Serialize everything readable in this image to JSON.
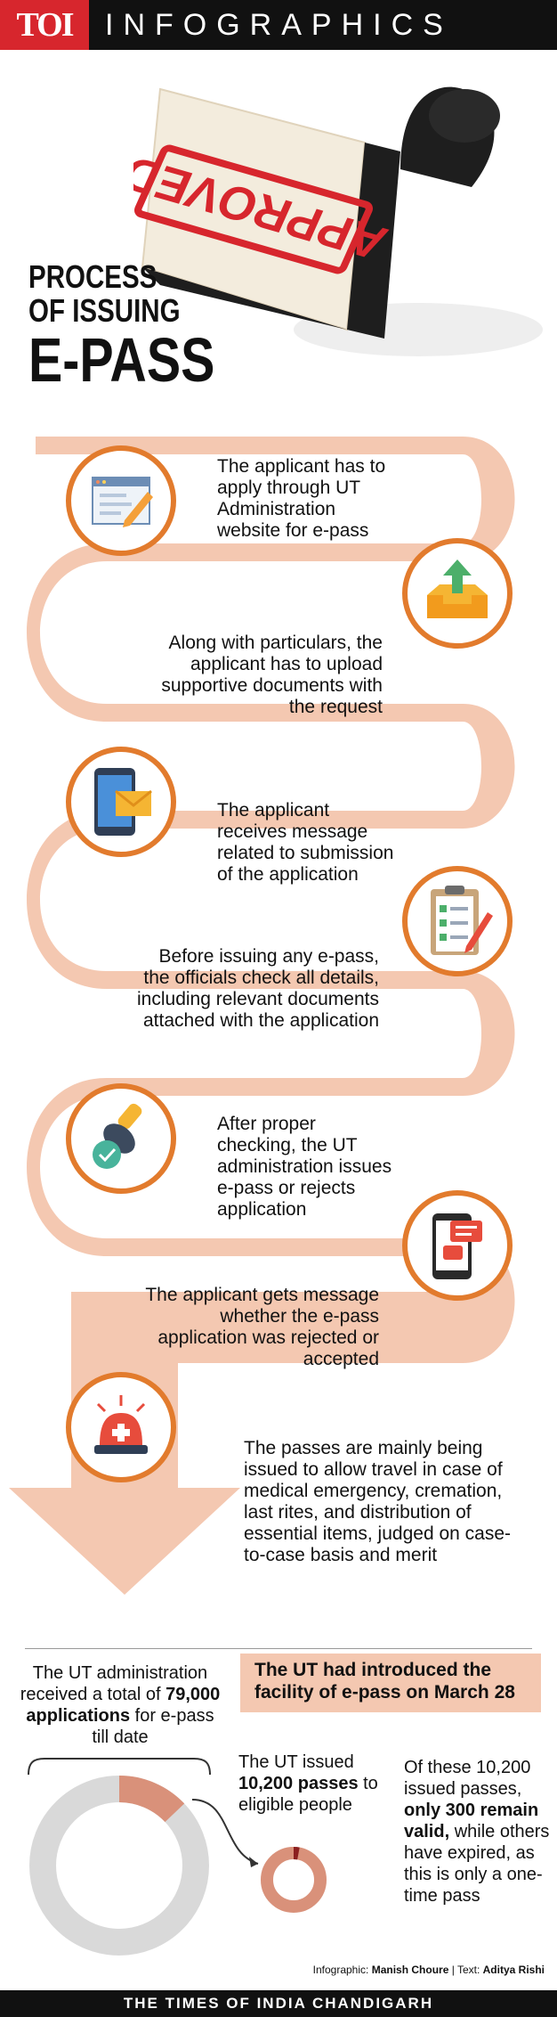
{
  "header": {
    "logo": "TOI",
    "title": "INFOGRAPHICS"
  },
  "stamp": {
    "text": "APPROVED"
  },
  "main_title": {
    "line1": "PROCESS",
    "line2": "OF ISSUING",
    "line3": "E-PASS"
  },
  "steps": [
    {
      "text": "The applicant has to apply through UT Administration website for e-pass",
      "icon": "form-pencil-icon"
    },
    {
      "text": "Along with particulars, the applicant has to upload supportive documents with the request",
      "icon": "upload-tray-icon"
    },
    {
      "text": "The applicant receives message related to submission of the application",
      "icon": "phone-envelope-icon"
    },
    {
      "text": "Before issuing any e-pass, the officials check all details, including relevant documents attached with the application",
      "icon": "checklist-clipboard-icon"
    },
    {
      "text": "After proper checking, the UT administration issues e-pass or rejects application",
      "icon": "approval-stamp-icon"
    },
    {
      "text": "The applicant gets message whether the e-pass application was rejected or accepted",
      "icon": "phone-message-icon"
    },
    {
      "text": "The passes are mainly being issued to allow travel in case of medical emergency, cremation, last rites, and distribution of essential items, judged on case-to-case basis and merit",
      "icon": "emergency-siren-icon"
    }
  ],
  "stats": {
    "received_pre": "The UT administration received a total of",
    "received_bold": "79,000 applications",
    "received_post": "for e-pass till date",
    "intro": "The UT had introduced the facility of e-pass on March 28",
    "issued_pre": "The UT issued",
    "issued_bold": "10,200 passes",
    "issued_post": "to eligible people",
    "valid_pre": "Of these 10,200 issued passes,",
    "valid_bold": "only 300 remain valid,",
    "valid_post": "while others have expired, as this is only a one-time pass",
    "issued_fraction": 0.129,
    "valid_fraction": 0.029
  },
  "credits": {
    "infographic_label": "Infographic:",
    "infographic_name": "Manish Choure",
    "text_label": "Text:",
    "text_name": "Aditya Rishi"
  },
  "footer": "THE TIMES OF INDIA CHANDIGARH",
  "colors": {
    "accent": "#e27b2d",
    "path": "#f4c8b1",
    "brand_red": "#d7262d",
    "donut_grey": "#d9d9d9",
    "donut_highlight": "#d9917a"
  }
}
